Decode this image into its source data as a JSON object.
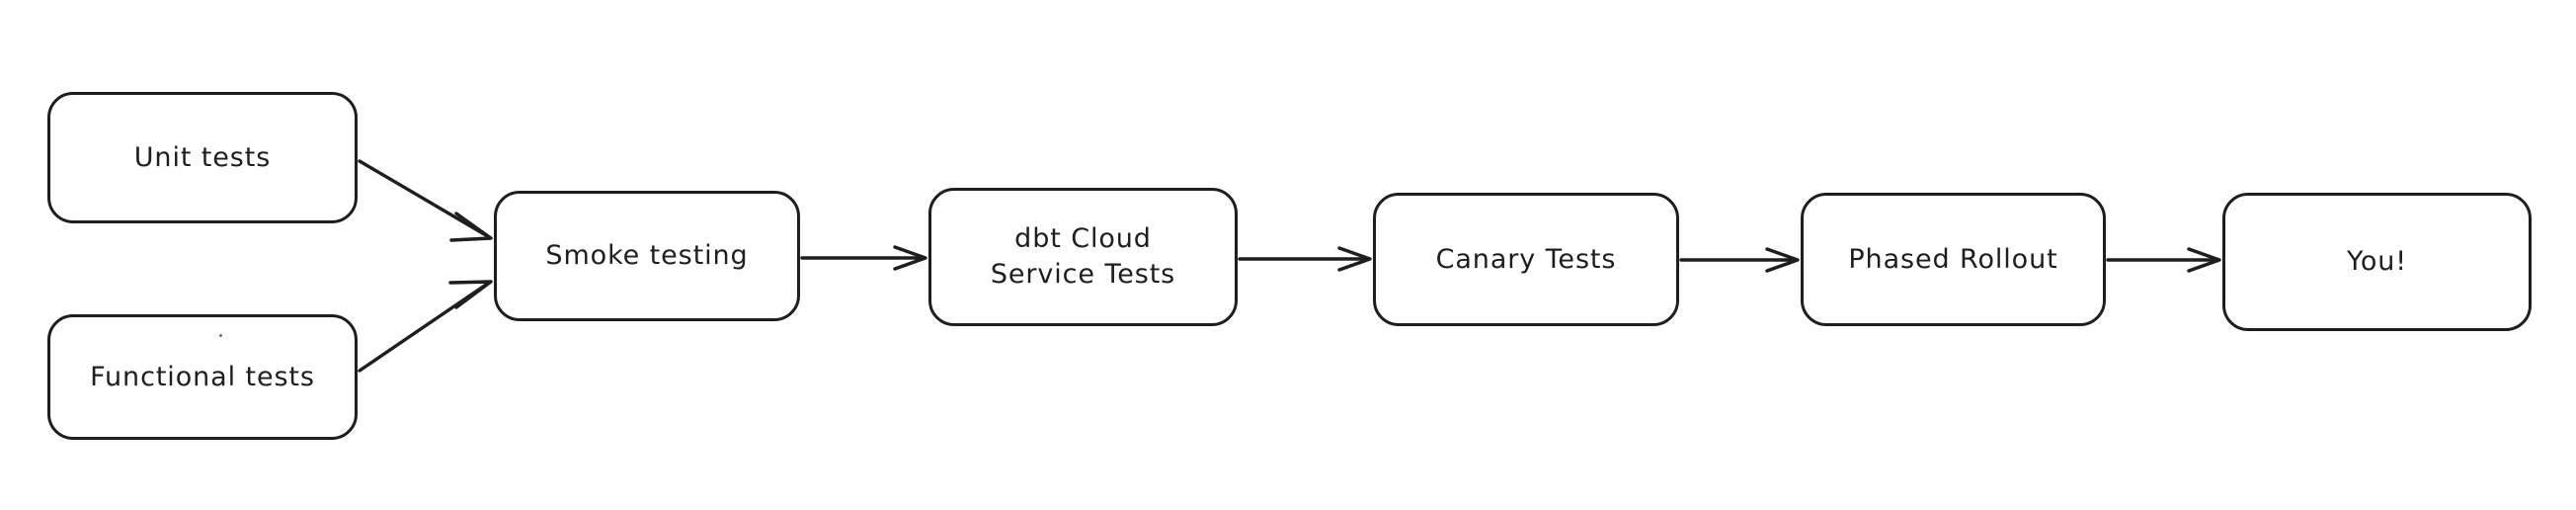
{
  "diagram": {
    "type": "flowchart",
    "orientation": "left-to-right",
    "style": "hand-drawn",
    "background_color": "#ffffff",
    "stroke_color": "#1e1e1e",
    "fill_color": "#ffffff",
    "nodes": [
      {
        "id": "unit-tests",
        "label": "Unit tests",
        "shape": "rounded-rect"
      },
      {
        "id": "functional-tests",
        "label": "Functional tests",
        "shape": "rounded-rect"
      },
      {
        "id": "smoke-testing",
        "label": "Smoke testing",
        "shape": "rounded-rect"
      },
      {
        "id": "dbt-cloud",
        "label": "dbt Cloud\nService Tests",
        "shape": "rounded-rect"
      },
      {
        "id": "canary-tests",
        "label": "Canary Tests",
        "shape": "rounded-rect"
      },
      {
        "id": "phased-rollout",
        "label": "Phased Rollout",
        "shape": "rounded-rect"
      },
      {
        "id": "you",
        "label": "You!",
        "shape": "rounded-rect"
      }
    ],
    "edges": [
      {
        "from": "unit-tests",
        "to": "smoke-testing",
        "style": "arrow",
        "direction": "diagonal-down-right"
      },
      {
        "from": "functional-tests",
        "to": "smoke-testing",
        "style": "arrow",
        "direction": "diagonal-up-right"
      },
      {
        "from": "smoke-testing",
        "to": "dbt-cloud",
        "style": "arrow",
        "direction": "horizontal"
      },
      {
        "from": "dbt-cloud",
        "to": "canary-tests",
        "style": "arrow",
        "direction": "horizontal"
      },
      {
        "from": "canary-tests",
        "to": "phased-rollout",
        "style": "arrow",
        "direction": "horizontal"
      },
      {
        "from": "phased-rollout",
        "to": "you",
        "style": "arrow",
        "direction": "horizontal"
      }
    ]
  }
}
